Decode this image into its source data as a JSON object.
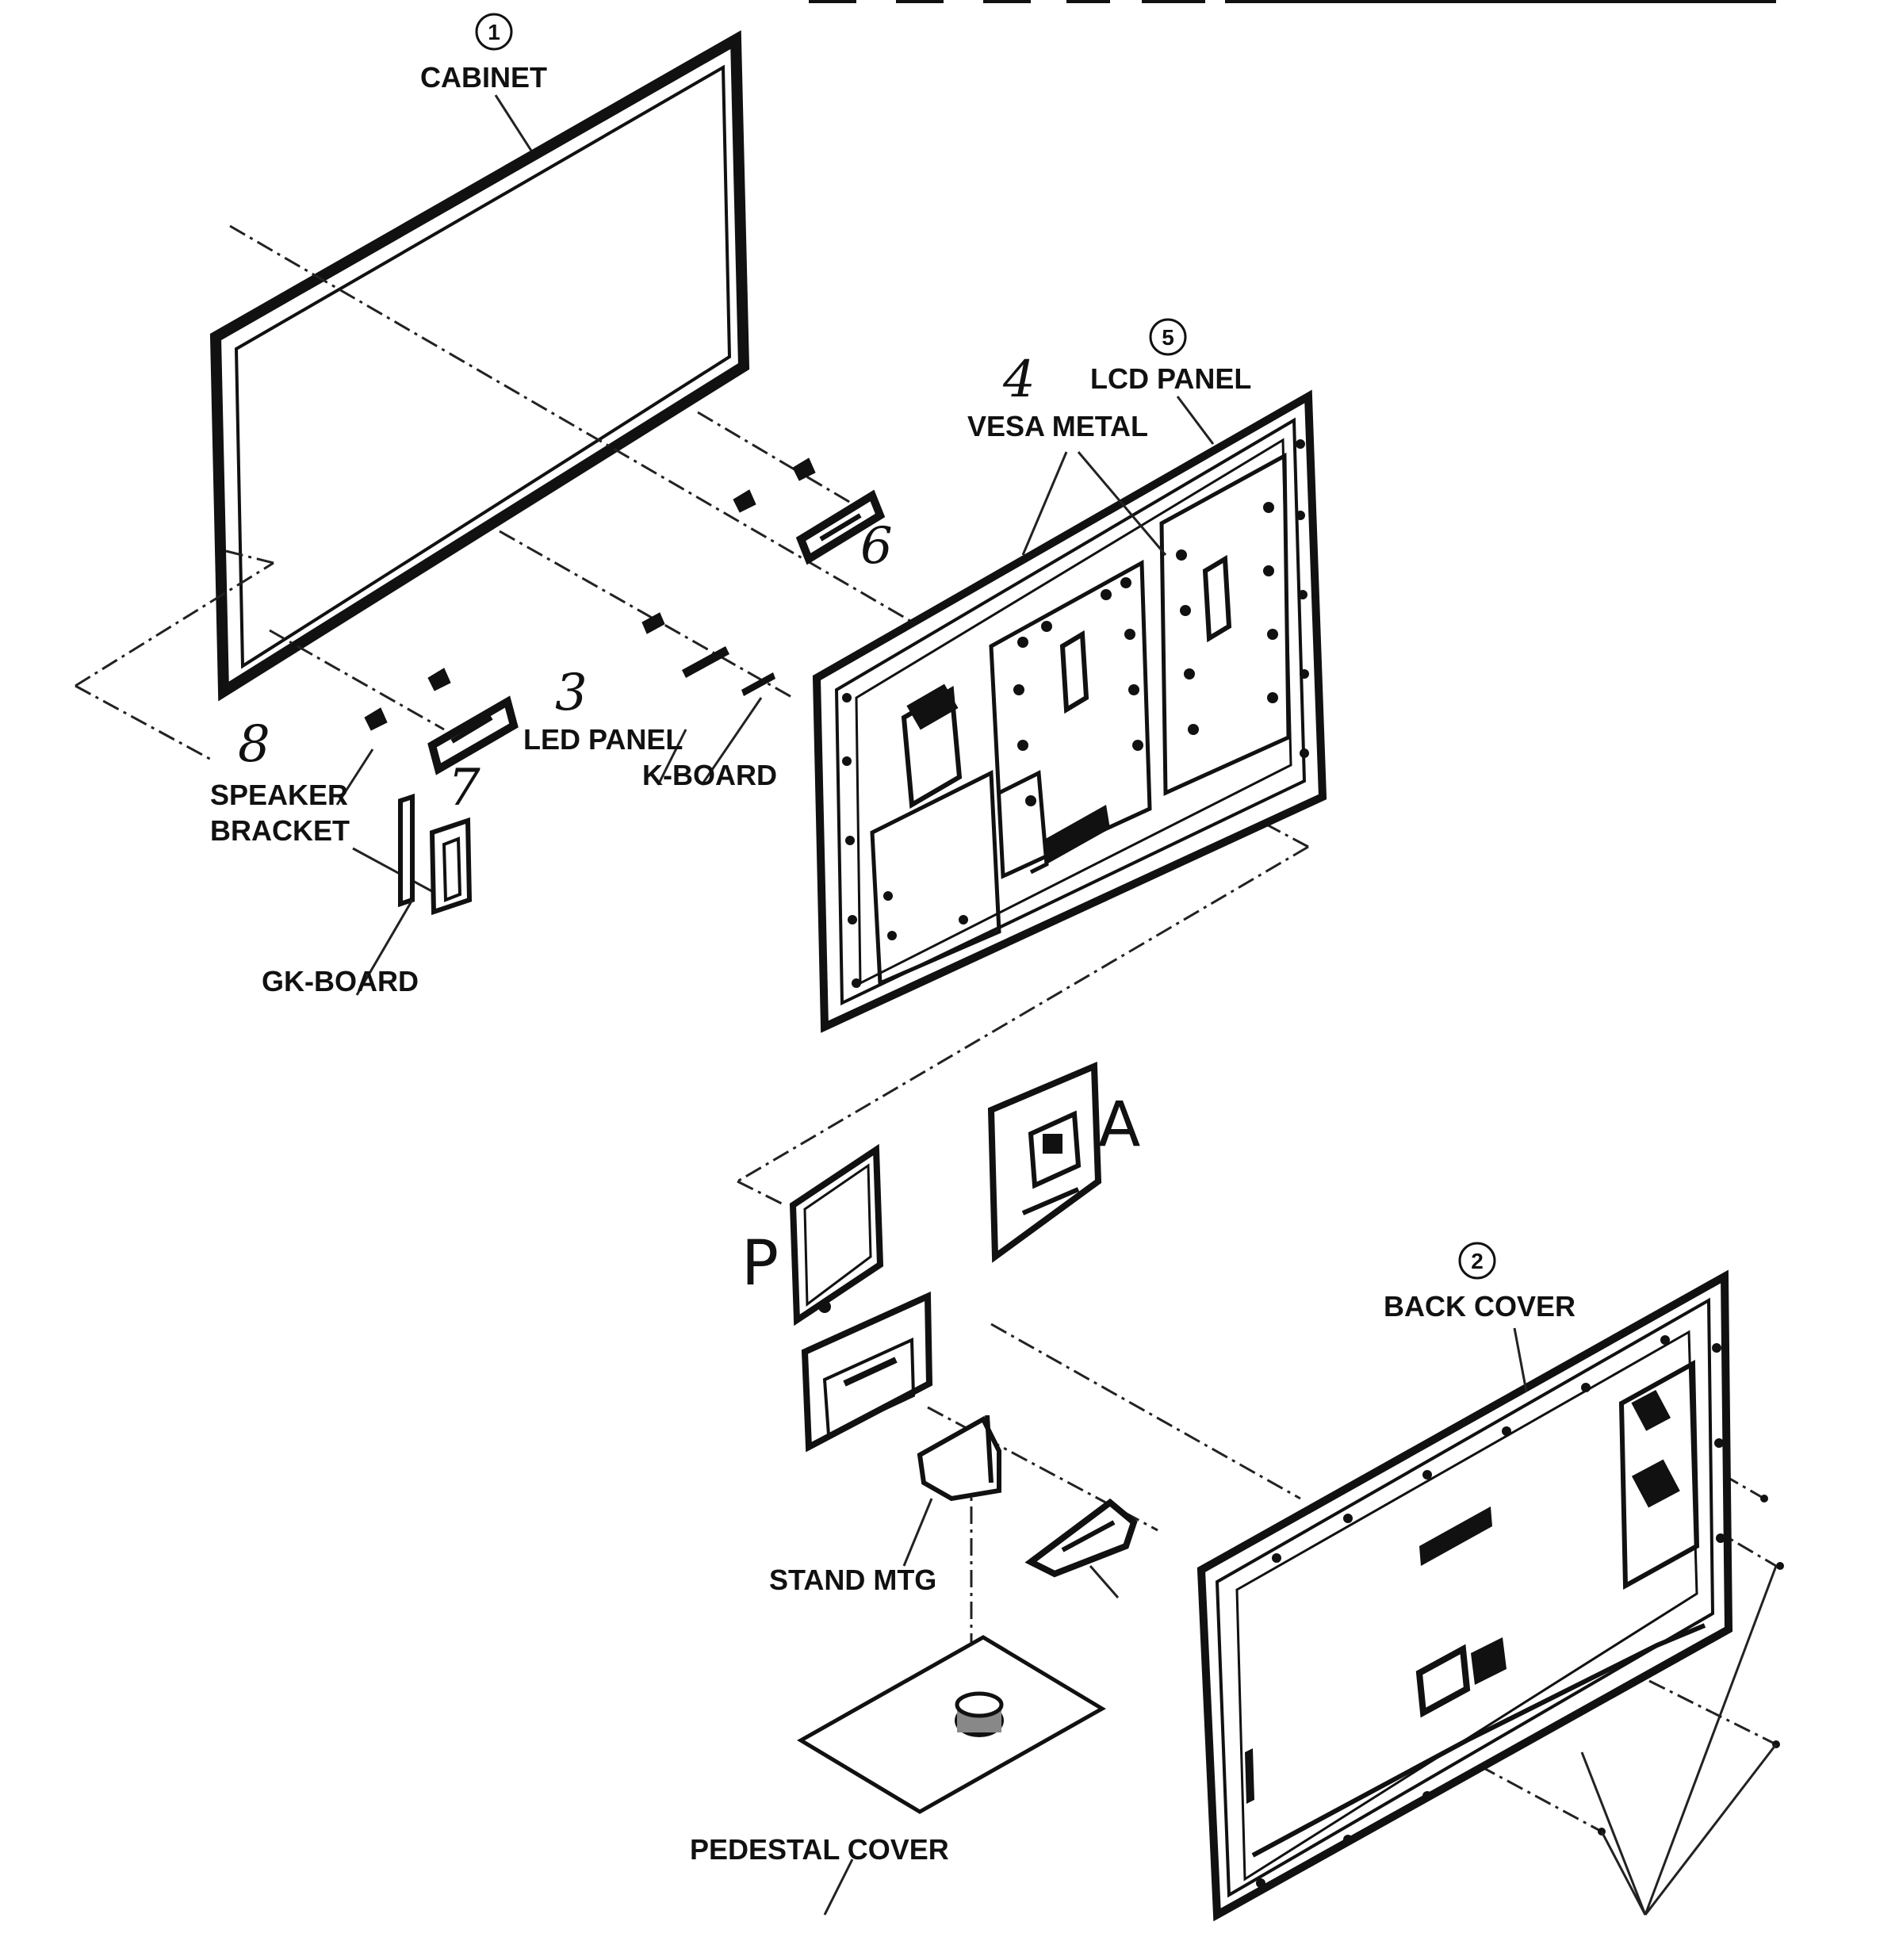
{
  "labels": {
    "cabinet_num": "1",
    "cabinet": "CABINET",
    "lcd_num": "5",
    "lcd_panel": "LCD PANEL",
    "vesa_num": "4",
    "vesa_metal": "VESA METAL",
    "six": "6",
    "three": "3",
    "led_panel": "LED PANEL",
    "k_board": "K-BOARD",
    "eight": "8",
    "seven": "7",
    "speaker": "SPEAKER",
    "bracket": "BRACKET",
    "gk_board": "GK-BOARD",
    "a": "A",
    "p": "P",
    "back_num": "2",
    "back_cover": "BACK COVER",
    "stand_mtg": "STAND MTG",
    "pedestal_cover": "PEDESTAL COVER"
  }
}
